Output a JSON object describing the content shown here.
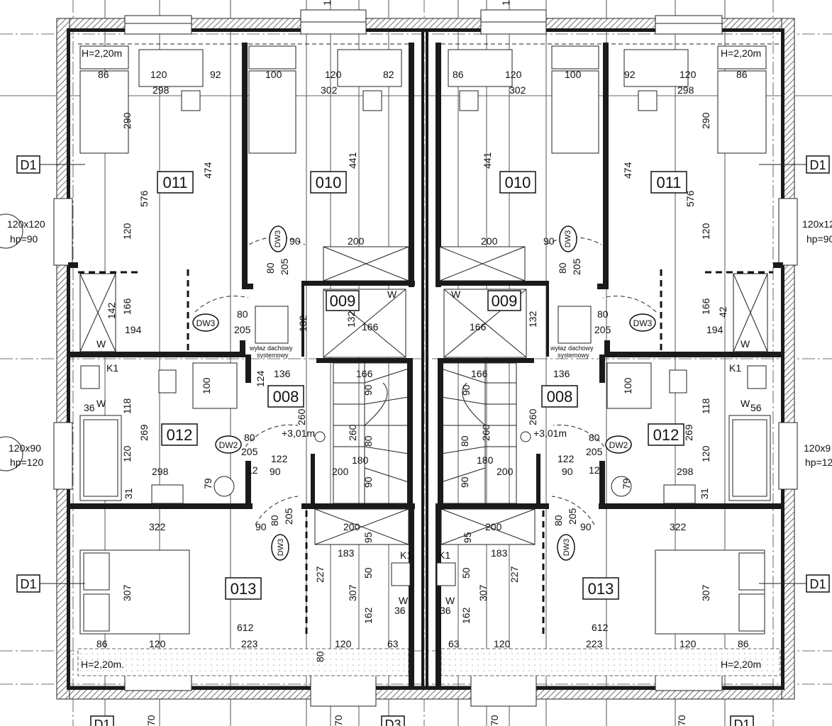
{
  "rooms": {
    "r011_left": "011",
    "r010_left": "010",
    "r009_left": "009",
    "r008_left": "008",
    "r012_left": "012",
    "r013_left": "013",
    "r010_right": "010",
    "r011_right": "011",
    "r009_right": "009",
    "r008_right": "008",
    "r012_right": "012",
    "r013_right": "013"
  },
  "tags": {
    "d1_a": "D1",
    "d1_b": "D1",
    "d1_c": "D1",
    "d1_d": "D1",
    "d1_e": "D1",
    "d1_f": "D1",
    "d3": "D3"
  },
  "doors": {
    "dw3_1": "DW3",
    "dw3_2": "DW3",
    "dw3_3": "DW3",
    "dw2_l": "DW2",
    "dw3_4": "DW3",
    "dw3_5": "DW3",
    "dw3_6": "DW3",
    "dw2_r": "DW2"
  },
  "windows": {
    "w1_size": "120x120",
    "w1_hp": "hp=90",
    "w2_size": "120x90",
    "w2_hp": "hp=120",
    "w3_size": "120x12",
    "w3_hp": "hp=90",
    "w4_size": "120x9",
    "w4_hp": "hp=12"
  },
  "levels": {
    "h_tl": "H=2,20m",
    "h_tr": "H=2,20m",
    "h_bl": "H=2,20m.",
    "h_br": "H=2,20m",
    "stair_l": "+3,01m",
    "stair_r": "+3,01m"
  },
  "notes": {
    "vent_l1": "wyłaz dachowy",
    "vent_l2": "systemowy",
    "vent_r1": "wyłaz dachowy",
    "vent_r2": "systemowy",
    "k1_a": "K1",
    "k1_b": "K1",
    "k1_c": "K1",
    "k1_d": "K1",
    "w_a": "W",
    "w_b": "W",
    "w_c": "W",
    "w_d": "W",
    "w_e": "W",
    "w_f": "W",
    "w_g": "W",
    "w_h": "W"
  },
  "dims": {
    "a1": "86",
    "a2": "120",
    "a3": "92",
    "a4": "298",
    "a5": "100",
    "a6": "120",
    "a7": "82",
    "a8": "302",
    "a9": "86",
    "a10": "120",
    "a11": "302",
    "a12": "100",
    "a13": "92",
    "a14": "120",
    "a15": "298",
    "a16": "86",
    "b1": "290",
    "b2": "576",
    "b3": "474",
    "b4": "120",
    "b5": "441",
    "b6": "441",
    "b7": "474",
    "b8": "290",
    "b9": "576",
    "b10": "120",
    "c1": "90",
    "c2": "200",
    "c3": "80",
    "c4": "205",
    "c5": "200",
    "c6": "90",
    "c7": "80",
    "c8": "205",
    "d1": "142",
    "d2": "166",
    "d3": "194",
    "d4": "80",
    "d5": "205",
    "d6": "132",
    "d7": "132",
    "d8": "166",
    "d9": "166",
    "d10": "132",
    "d11": "80",
    "d12": "205",
    "d13": "194",
    "d14": "166",
    "d15": "42",
    "e1": "136",
    "e2": "166",
    "e3": "124",
    "e4": "100",
    "e5": "36",
    "e6": "118",
    "e7": "260",
    "e8": "90",
    "e9": "166",
    "e10": "136",
    "e11": "100",
    "e12": "118",
    "e13": "56",
    "e14": "260",
    "e15": "90",
    "f1": "120",
    "f2": "269",
    "f3": "80",
    "f4": "205",
    "f5": "260",
    "f6": "80",
    "f7": "180",
    "f8": "298",
    "f9": "90",
    "f10": "122",
    "f11": "12",
    "f12": "200",
    "f13": "90",
    "f14": "79",
    "f15": "31",
    "f16": "80",
    "f17": "205",
    "f18": "260",
    "f19": "80",
    "f20": "180",
    "f21": "269",
    "f22": "120",
    "f23": "298",
    "f24": "90",
    "f25": "122",
    "f26": "12",
    "f27": "200",
    "f28": "90",
    "f29": "79",
    "f30": "31",
    "g1": "322",
    "g2": "90",
    "g3": "80",
    "g4": "205",
    "g5": "200",
    "g6": "95",
    "g7": "183",
    "g8": "200",
    "g9": "95",
    "g10": "183",
    "g11": "322",
    "g12": "90",
    "g13": "80",
    "g14": "205",
    "h1": "307",
    "h2": "227",
    "h3": "307",
    "h4": "50",
    "h5": "162",
    "h6": "36",
    "h7": "227",
    "h8": "307",
    "h9": "50",
    "h10": "162",
    "h11": "36",
    "h12": "307",
    "i1": "612",
    "i2": "86",
    "i3": "120",
    "i4": "223",
    "i5": "80",
    "i6": "120",
    "i7": "63",
    "i8": "612",
    "i9": "63",
    "i10": "120",
    "i11": "223",
    "i12": "120",
    "i13": "86",
    "j1": "70",
    "j2": "70",
    "j3": "70",
    "j4": "70",
    "j5": "1",
    "j6": "1"
  }
}
